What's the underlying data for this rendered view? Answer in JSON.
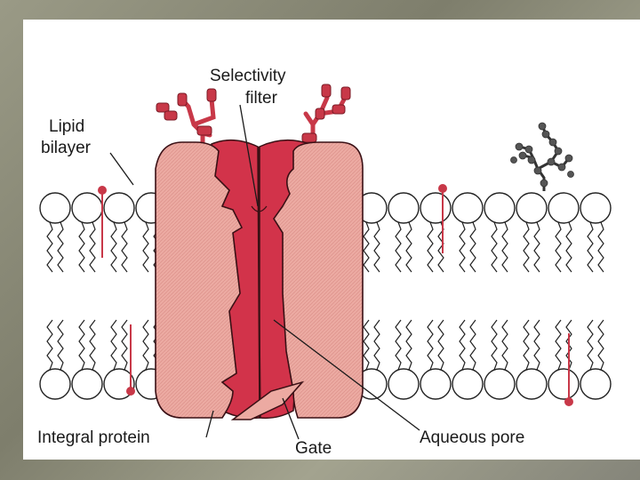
{
  "labels": {
    "selectivity_line1": "Selectivity",
    "selectivity_line2": "filter",
    "lipid_line1": "Lipid",
    "lipid_line2": "bilayer",
    "integral_protein": "Integral protein",
    "gate": "Gate",
    "aqueous_pore": "Aqueous pore"
  },
  "colors": {
    "protein_light": "#ecaaa2",
    "protein_dark": "#d2334a",
    "protein_outline": "#3a1015",
    "glyco": "#c83848",
    "lipid_head": "#ffffff",
    "outline": "#222222",
    "carbohydrate": "#555555"
  }
}
